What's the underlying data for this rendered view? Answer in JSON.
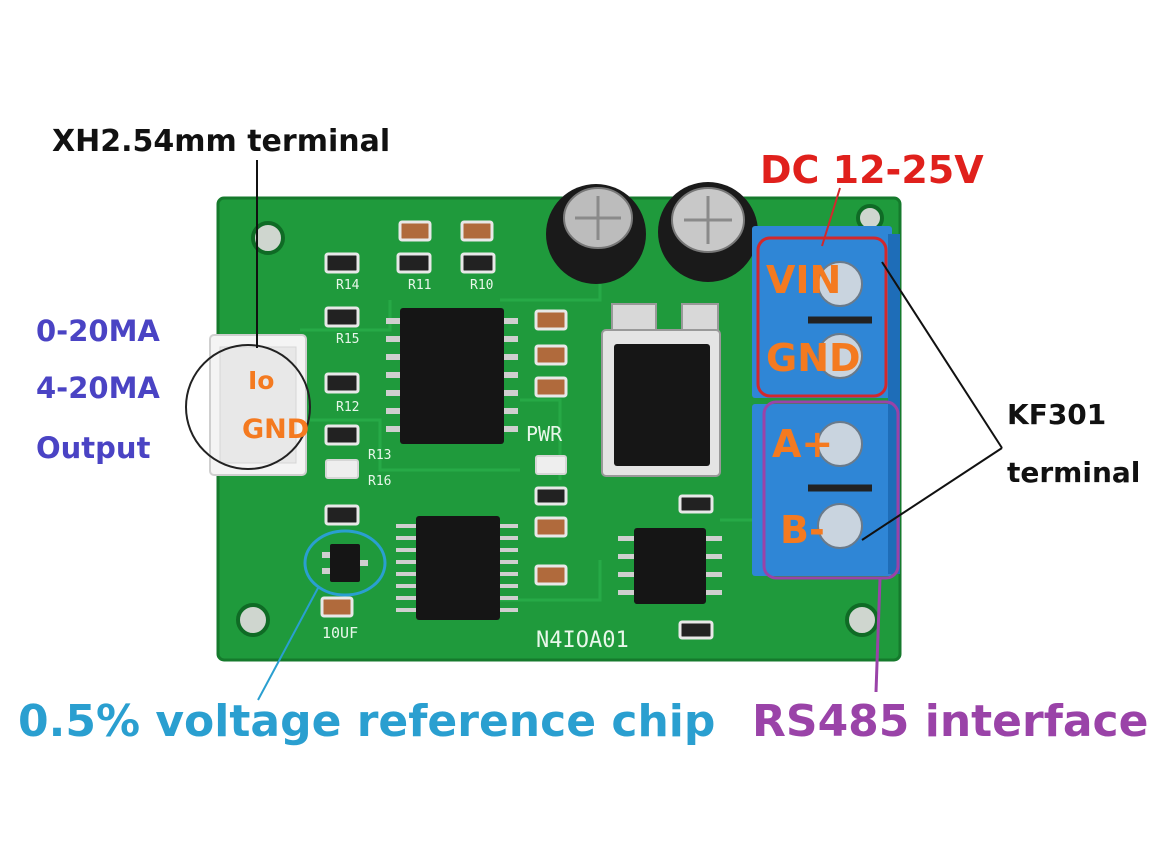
{
  "labels": {
    "xh_terminal": "XH2.54mm terminal",
    "dc_voltage": "DC 12-25V",
    "output_line1": "0-20MA",
    "output_line2": "4-20MA",
    "output_line3": "Output",
    "kf301_line1": "KF301",
    "kf301_line2": "terminal",
    "reference_chip": "0.5% voltage reference chip",
    "rs485": "RS485 interface"
  },
  "pins": {
    "io": "Io",
    "gnd_left": "GND",
    "vin": "VIN",
    "gnd_right": "GND",
    "a_plus": "A+",
    "b_minus": "B-"
  },
  "silkscreen": {
    "board_name": "N4IOA01",
    "pwr": "PWR",
    "cap": "10UF",
    "r14": "R14",
    "r11": "R11",
    "r10": "R10",
    "r15": "R15",
    "r12": "R12",
    "r13": "R13",
    "r16": "R16"
  },
  "colors": {
    "pcb": "#1f9a3c",
    "terminal_blue": "#2f86d6",
    "dc_box": "#d2282c",
    "rs485_box": "#9a43a8",
    "ref_circle": "#2a9fd0",
    "orange_text": "#f47a20"
  }
}
